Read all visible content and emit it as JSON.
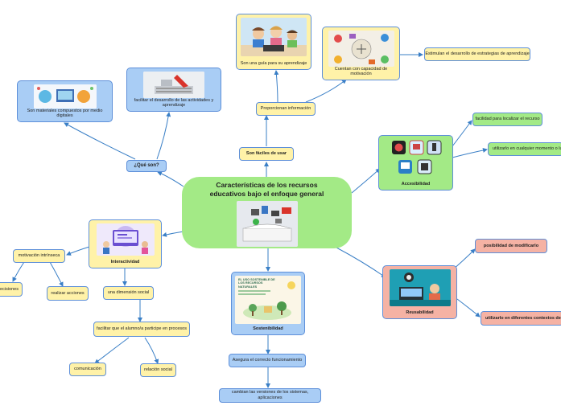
{
  "central": {
    "title": "Características de los recursos educativos bajo el enfoque general"
  },
  "branches": {
    "que_son": {
      "label": "¿Qué son?",
      "materiales": "Son materiales compuestos por medio digitales",
      "facilitar": "facilitar el desarrollo de las actividades y aprendizaje"
    },
    "faciles": {
      "label": "Son fáciles de usar",
      "proporcionan": "Proporcionan información",
      "guia": "Son una guía para su aprendizaje",
      "capacidad": "Cuentan con capacidad de motivación",
      "estimulan": "Estimulan el desarrollo de estrategias de aprendizaje"
    },
    "accesibilidad": {
      "label": "Accesibilidad",
      "facilidad": "facilidad para localizar el recurso",
      "utilizarlo": "utilizarlo en cualquier momento o lugar"
    },
    "reusabilidad": {
      "label": "Reusabilidad",
      "posibilidad": "posibilidad de modificarlo",
      "contextos": "utilizarlo en diferentes contextos de aprendizaje"
    },
    "sostenibilidad": {
      "label": "Sostenibilidad",
      "asegura": "Asegura el correcto funcionamiento",
      "cambian": "cambian las versiones de los sistemas, aplicaciones",
      "poster_title": "EL USO SOSTENIBLE DE LOS RECURSOS NATURALES"
    },
    "interactividad": {
      "label": "Interactividad",
      "motivacion": "motivación intrínseca",
      "decisiones": "decisiones",
      "acciones": "realizar acciones",
      "dimension": "una dimensión social",
      "facilitar": "facilitar que el alumno/a participe en procesos",
      "comunicacion": "comunicación",
      "relacion": "relación social"
    }
  },
  "colors": {
    "green": "#a3ea86",
    "yellow": "#fff2a8",
    "blue": "#a9cdf5",
    "salmon": "#f5b2a4",
    "edge": "#3a7fc6"
  }
}
